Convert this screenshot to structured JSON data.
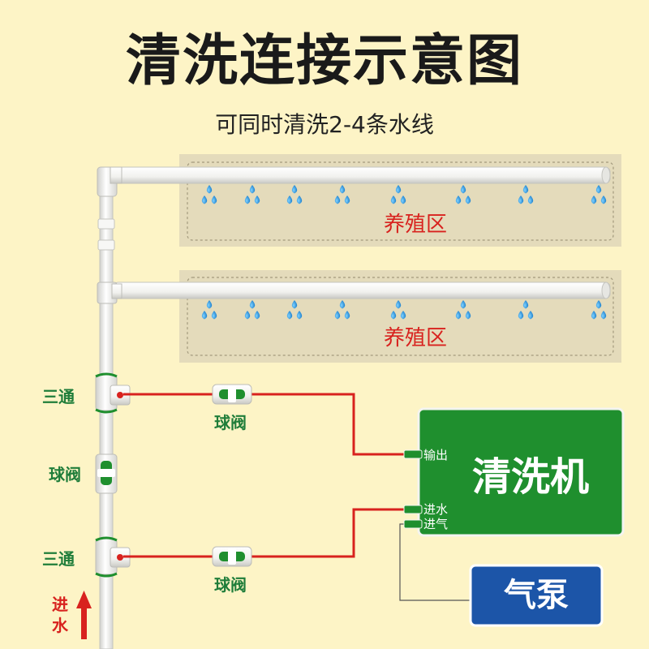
{
  "title": "清洗连接示意图",
  "subtitle": "可同时清洗2-4条水线",
  "zones": [
    {
      "label": "养殖区"
    },
    {
      "label": "养殖区"
    }
  ],
  "fittings": {
    "tee_top": "三通",
    "tee_bottom": "三通",
    "valve_vertical": "球阀",
    "valve_top": "球阀",
    "valve_bottom": "球阀"
  },
  "machine": {
    "title": "清洗机",
    "output_label": "输出",
    "water_in_label": "进水",
    "air_in_label": "进气",
    "color": "#1f8f2e"
  },
  "pump": {
    "title": "气泵",
    "color": "#1c55a8"
  },
  "inlet_label": [
    "进",
    "水"
  ],
  "colors": {
    "hose": "#d8221e",
    "pipe": "#f4f4f2",
    "band": "#1f8f2e",
    "drop": "#1e9be0",
    "zone_fill": "#e5dcbd"
  }
}
